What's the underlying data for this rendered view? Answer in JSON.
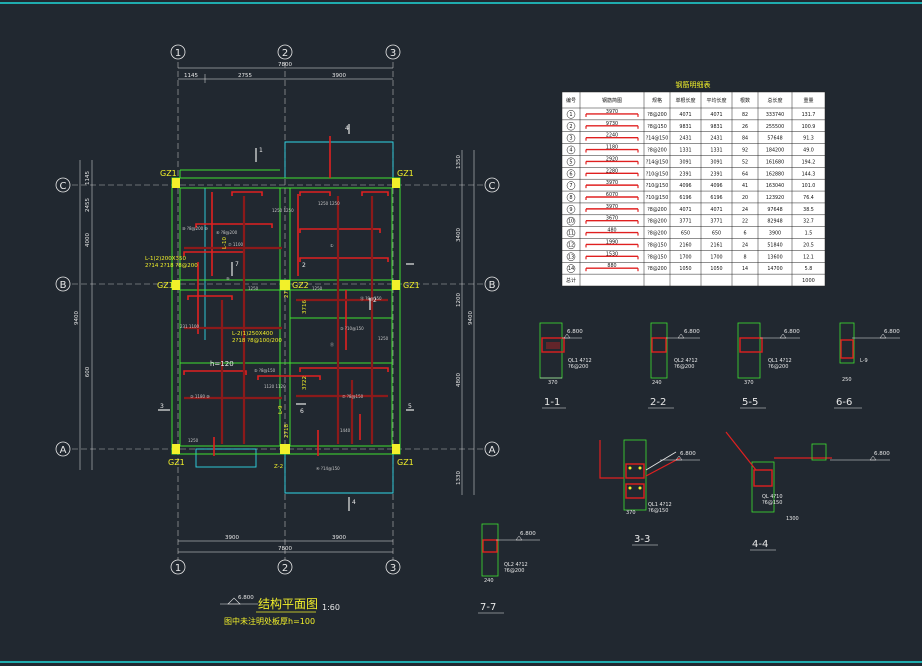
{
  "plan": {
    "title": "结构平面图",
    "scale": "1:60",
    "elevation": "6.800",
    "note": "图中未注明处板厚h=100",
    "axes_x": [
      "1",
      "2",
      "3"
    ],
    "axes_y": [
      "C",
      "B",
      "A"
    ],
    "dim_top_total": "7800",
    "dim_top_parts": [
      "1145",
      "2755",
      "3900"
    ],
    "dim_bottom_total": "7800",
    "dim_bottom_parts": [
      "3900",
      "3900"
    ],
    "dim_left_parts": [
      "1145",
      "2455",
      "4000",
      "600"
    ],
    "dim_left_total": "9400",
    "dim_right_parts": [
      "1350",
      "3400",
      "1200",
      "4800",
      "1330"
    ],
    "dim_right_total": "9400",
    "columns": [
      "GZ1",
      "GZ1",
      "GZ1",
      "GZ2",
      "GZ1",
      "GZ1",
      "GZ1"
    ],
    "beam_label_1": "L-1(2)200X350",
    "beam_label_1b": "2?14 2?18 ?8@200",
    "beam_label_2": "L-2(1)250X400",
    "beam_label_2b": "2?18 ?8@100/200",
    "slab_h": "h=120",
    "section_marks": [
      "1",
      "2",
      "3",
      "4",
      "5",
      "6",
      "7"
    ],
    "misc_labels": [
      "L-10",
      "L-5",
      "L-9",
      "Z-2",
      "3716",
      "3722",
      "2718",
      "2718"
    ]
  },
  "table": {
    "title": "钢筋明细表",
    "headers": [
      "编号",
      "钢筋简图",
      "规格",
      "单根长度",
      "平均长度",
      "根数",
      "总长度",
      "重量"
    ],
    "rows": [
      [
        "1",
        "3970",
        "?8@200",
        "4071",
        "4071",
        "82",
        "333740",
        "131.7"
      ],
      [
        "2",
        "9730",
        "?8@150",
        "9831",
        "9831",
        "26",
        "255500",
        "100.9"
      ],
      [
        "3",
        "2240",
        "?14@150",
        "2431",
        "2431",
        "84",
        "57648",
        "91.3"
      ],
      [
        "4",
        "1180",
        "?8@200",
        "1331",
        "1331",
        "92",
        "184200",
        "49.0"
      ],
      [
        "5",
        "2920",
        "?14@150",
        "3091",
        "3091",
        "52",
        "161680",
        "194.2"
      ],
      [
        "6",
        "2280",
        "?10@150",
        "2391",
        "2391",
        "64",
        "162880",
        "144.3"
      ],
      [
        "7",
        "3970",
        "?10@150",
        "4096",
        "4096",
        "41",
        "163040",
        "101.0"
      ],
      [
        "8",
        "6070",
        "?10@150",
        "6196",
        "6196",
        "20",
        "123920",
        "76.4"
      ],
      [
        "9",
        "3970",
        "?8@200",
        "4071",
        "4071",
        "24",
        "97648",
        "38.5"
      ],
      [
        "10",
        "3670",
        "?8@200",
        "3771",
        "3771",
        "22",
        "82948",
        "32.7"
      ],
      [
        "11",
        "480",
        "?8@200",
        "650",
        "650",
        "6",
        "3900",
        "1.5"
      ],
      [
        "12",
        "1990",
        "?8@150",
        "2160",
        "2161",
        "24",
        "51840",
        "20.5"
      ],
      [
        "13",
        "1530",
        "?8@150",
        "1700",
        "1700",
        "8",
        "13600",
        "12.1"
      ],
      [
        "14",
        "880",
        "?8@200",
        "1050",
        "1050",
        "14",
        "14700",
        "5.8"
      ]
    ],
    "total_label": "总计",
    "total_value": "1000"
  },
  "sections": [
    {
      "label": "1-1",
      "elev": "6.800",
      "note1": "QL1 4?12",
      "note2": "?6@200",
      "dim": "370"
    },
    {
      "label": "2-2",
      "elev": "6.800",
      "note1": "QL2 4?12",
      "note2": "?6@200",
      "dim": "240"
    },
    {
      "label": "5-5",
      "elev": "6.800",
      "note1": "QL1 4?12",
      "note2": "?6@200",
      "dim": "370"
    },
    {
      "label": "6-6",
      "elev": "6.800",
      "note1": "L-9",
      "note2": "",
      "dim": "250"
    },
    {
      "label": "3-3",
      "elev": "6.800",
      "note1": "QL1 4?12",
      "note2": "?6@150",
      "dim": "370"
    },
    {
      "label": "4-4",
      "elev": "6.800",
      "note1": "QL 4?10",
      "note2": "?6@150",
      "dim": "1300"
    },
    {
      "label": "7-7",
      "elev": "6.800",
      "note1": "QL2 4?12",
      "note2": "?6@200",
      "dim": "240"
    }
  ]
}
